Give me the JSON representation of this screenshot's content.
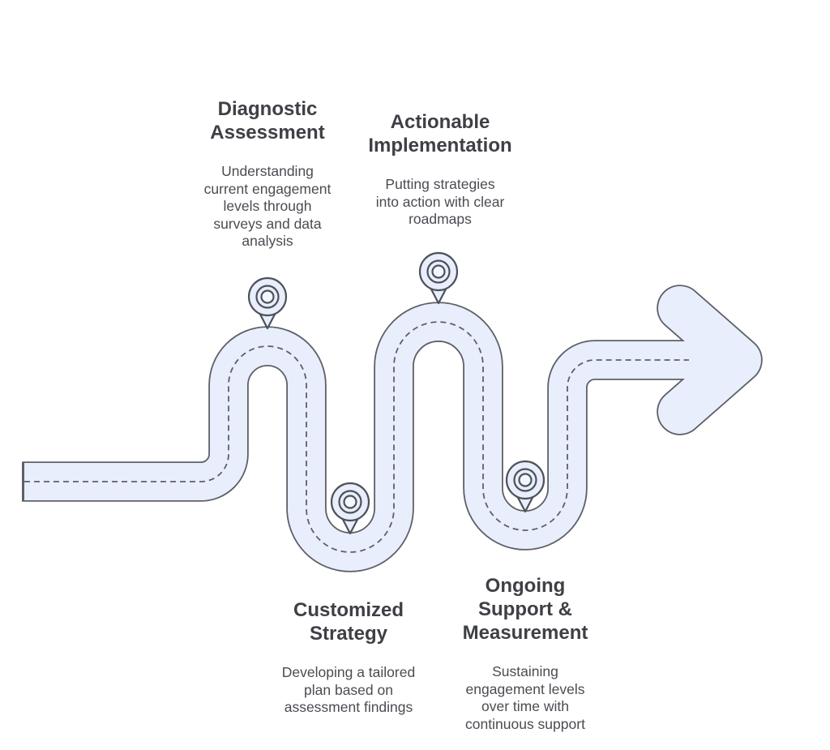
{
  "steps": [
    {
      "title": "Diagnostic\nAssessment",
      "description": "Understanding\ncurrent engagement\nlevels through\nsurveys and data\nanalysis"
    },
    {
      "title": "Actionable\nImplementation",
      "description": "Putting strategies\ninto action with clear\nroadmaps"
    },
    {
      "title": "Customized\nStrategy",
      "description": "Developing a tailored\nplan based on\nassessment findings"
    },
    {
      "title": "Ongoing\nSupport &\nMeasurement",
      "description": "Sustaining\nengagement levels\nover time with\ncontinuous support"
    }
  ],
  "icons": {
    "milestone_marker": "map-pin-icon",
    "road_end": "arrow-right-icon"
  },
  "colors": {
    "background": "#ffffff",
    "road_fill": "#e8eefc",
    "road_outline": "#5d6067",
    "centerline_dash": "#5d6067",
    "pin_fill": "#e8eefc",
    "pin_outline": "#4d5158",
    "title_text": "#3e4045",
    "description_text": "#4a4c52"
  }
}
